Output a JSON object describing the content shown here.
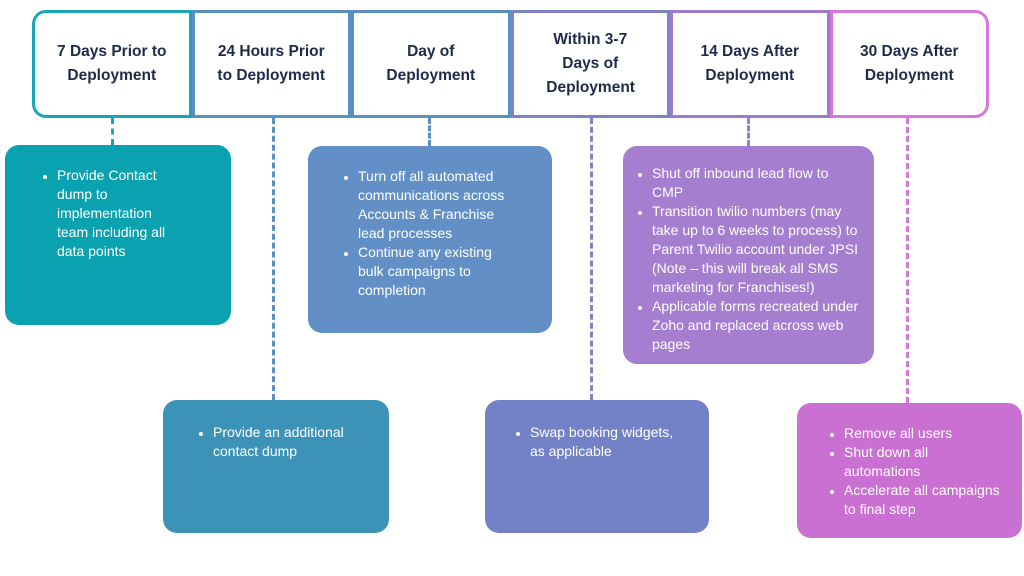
{
  "palette": {
    "header_text": "#1e2a4a",
    "card_text": "#ffffff",
    "background": "#ffffff"
  },
  "columns": [
    {
      "header": "7 Days Prior to Deployment",
      "accent": "#18a6b6",
      "card_color": "#0aa2b0",
      "card_row": "upper",
      "bullets": [
        "Provide Contact dump to implementation team including all data points"
      ]
    },
    {
      "header": "24 Hours Prior to Deployment",
      "accent": "#5a8fc2",
      "card_color": "#3d92b8",
      "card_row": "lower",
      "bullets": [
        "Provide an additional contact dump"
      ]
    },
    {
      "header": "Day of Deployment",
      "accent": "#5a8fc2",
      "card_color": "#6290c6",
      "card_row": "upper",
      "bullets": [
        "Turn off all automated communications across Accounts & Franchise lead processes",
        "Continue any existing bulk campaigns to completion"
      ]
    },
    {
      "header": "Within 3-7 Days of Deployment",
      "accent": "#7a85c2",
      "card_color": "#7381c6",
      "card_row": "lower",
      "bullets": [
        "Swap booking widgets, as applicable"
      ]
    },
    {
      "header": "14 Days After Deployment",
      "accent": "#9d7bca",
      "card_color": "#a57ed0",
      "card_row": "upper",
      "bullets": [
        "Shut off inbound lead flow to CMP",
        "Transition twilio numbers (may take up to 6 weeks to process) to Parent Twilio account under JPSI (Note – this will break all SMS  marketing for Franchises!)",
        "Applicable forms recreated under Zoho and replaced across web pages"
      ]
    },
    {
      "header": "30 Days After Deployment",
      "accent": "#d677db",
      "card_color": "#ca70d2",
      "card_row": "lower",
      "bullets": [
        "Remove all users",
        "Shut down all automations",
        "Accelerate all campaigns to final step"
      ]
    }
  ]
}
